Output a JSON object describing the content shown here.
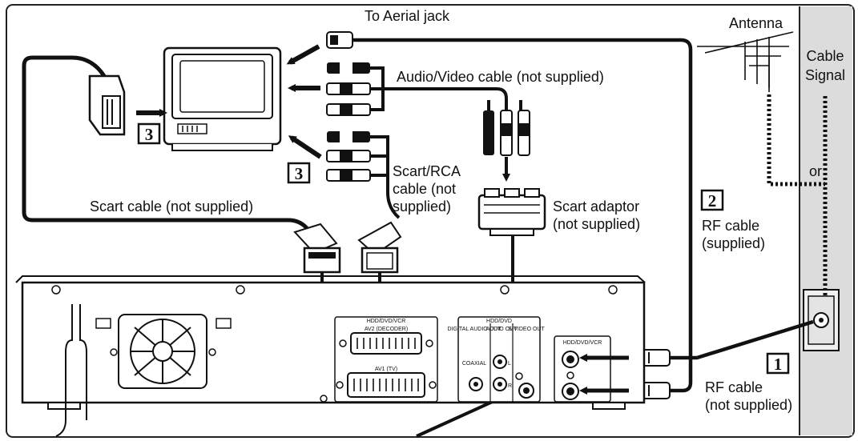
{
  "labels": {
    "to_aerial_jack": "To Aerial jack",
    "antenna": "Antenna",
    "cable_signal_line1": "Cable",
    "cable_signal_line2": "Signal",
    "or": "or",
    "av_cable": "Audio/Video cable (not supplied)",
    "scart_rca_line1": "Scart/RCA",
    "scart_rca_line2": "cable (not",
    "scart_rca_line3": "supplied)",
    "scart_cable": "Scart cable (not supplied)",
    "scart_adaptor_line1": "Scart adaptor",
    "scart_adaptor_line2": "(not supplied)",
    "rf_supplied_line1": "RF cable",
    "rf_supplied_line2": "(supplied)",
    "rf_not_supplied_line1": "RF cable",
    "rf_not_supplied_line2": "(not supplied)"
  },
  "steps": {
    "one": "1",
    "two": "2",
    "three_a": "3",
    "three_b": "3"
  },
  "device_labels": {
    "hdd_dvd_vcr_scart": "HDD/DVD/VCR",
    "av2_decoder": "AV2 (DECODER)",
    "av1_tv": "AV1 (TV)",
    "hdd_dvd": "HDD/DVD",
    "digital_audio_out": "DIGITAL AUDIO OUT",
    "audio_out": "AUDIO OUT",
    "s_video_out": "S-VIDEO OUT",
    "coaxial": "COAXIAL",
    "audio_l": "L",
    "audio_r": "R",
    "rf_panel": "HDD/DVD/VCR"
  },
  "colors": {
    "wall": "#dcdcdc",
    "line": "#111111",
    "background": "#ffffff"
  }
}
